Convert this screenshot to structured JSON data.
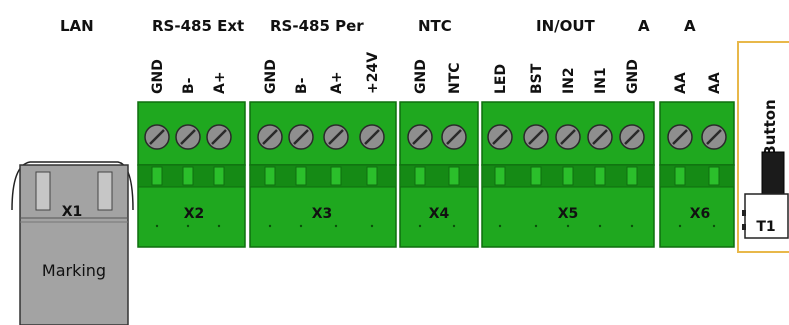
{
  "headers": {
    "lan": "LAN",
    "rs485_ext": "RS-485 Ext",
    "rs485_per": "RS-485 Per",
    "ntc": "NTC",
    "in_out": "IN/OUT",
    "a1": "A",
    "a2": "A"
  },
  "button_label": "Button",
  "lan_port": {
    "label": "X1",
    "marking": "Marking"
  },
  "connectors": [
    {
      "label": "X2",
      "pins": [
        "GND",
        "B-",
        "A+"
      ]
    },
    {
      "label": "X3",
      "pins": [
        "GND",
        "B-",
        "A+",
        "+24V"
      ]
    },
    {
      "label": "X4",
      "pins": [
        "GND",
        "NTC"
      ]
    },
    {
      "label": "X5",
      "pins": [
        "LED",
        "BST",
        "IN2",
        "IN1",
        "GND"
      ]
    },
    {
      "label": "X6",
      "pins": [
        "AA",
        "AA"
      ]
    }
  ],
  "switch": {
    "label": "T1"
  },
  "colors": {
    "terminal_green": "#1fa81f",
    "terminal_dark": "#0f6e0f",
    "screw_gray": "#8f8f8f",
    "lan_gray": "#a3a3a3",
    "button_border": "#e8b84a"
  }
}
